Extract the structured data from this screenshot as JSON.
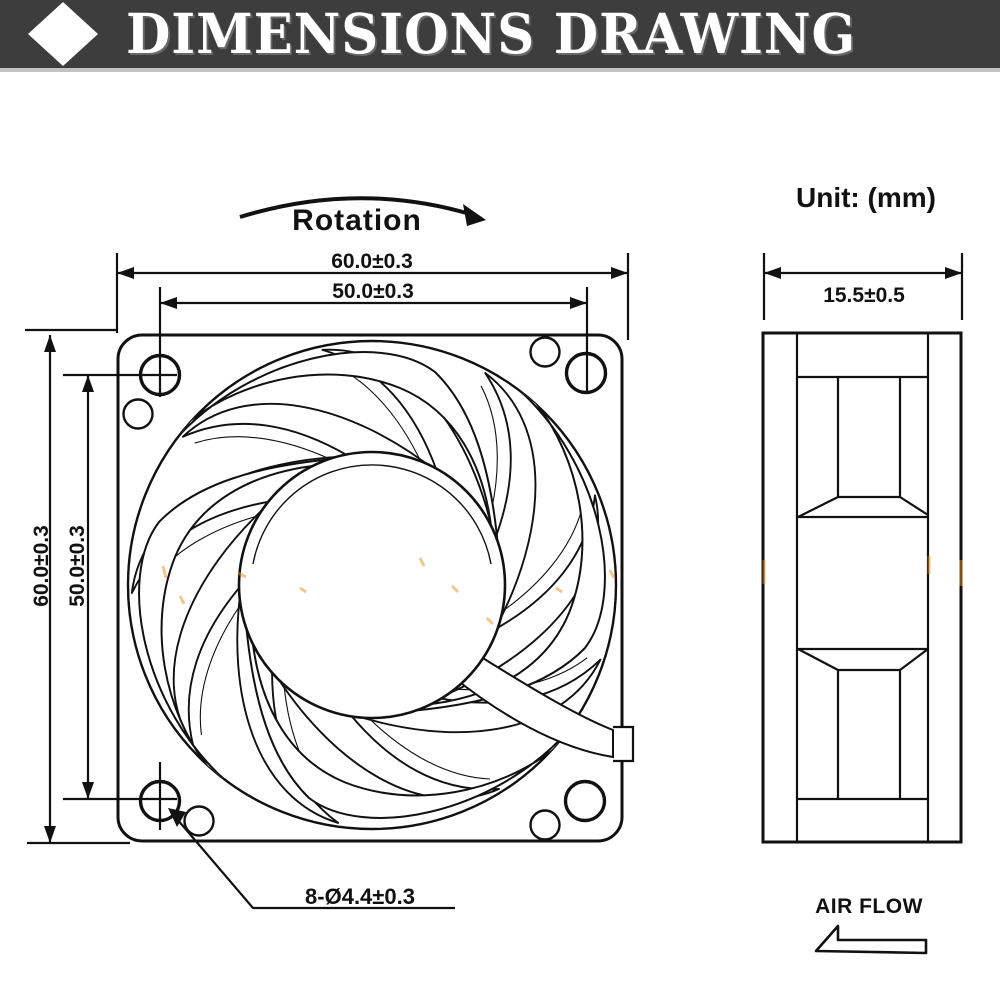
{
  "header": {
    "title": "DIMENSIONS DRAWING",
    "icon": "diamond-icon",
    "bg_color": "#3d3d3d",
    "text_color": "#ffffff"
  },
  "annotations": {
    "rotation_label": "Rotation",
    "unit_label": "Unit: (mm)",
    "air_flow_label": "AIR FLOW"
  },
  "dimensions": {
    "frame_width": "60.0±0.3",
    "frame_height": "60.0±0.3",
    "hole_pitch_horizontal": "50.0±0.3",
    "hole_pitch_vertical": "50.0±0.3",
    "thickness": "15.5±0.5",
    "mounting_holes_callout": "8-Ø4.4±0.3"
  },
  "colors": {
    "line": "#111111",
    "watermark_speck": "#e2901e"
  }
}
